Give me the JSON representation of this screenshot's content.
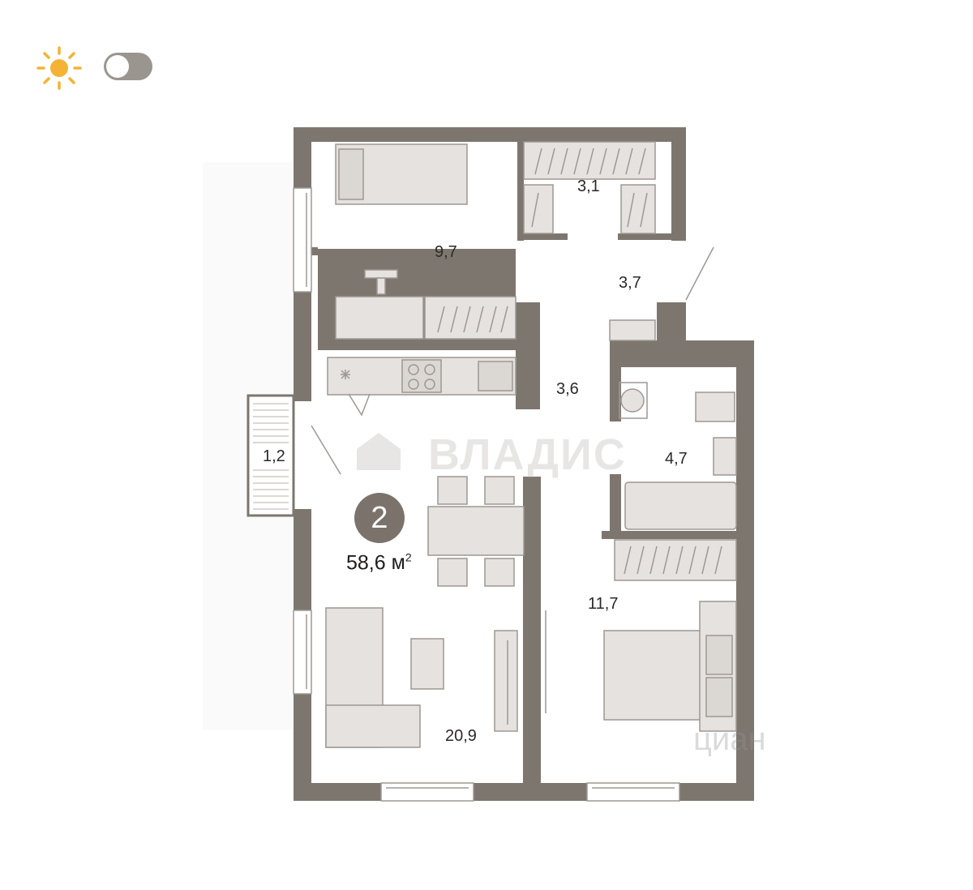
{
  "header": {
    "sun_icon": "sun-icon",
    "theme_toggle": {
      "state": "off"
    }
  },
  "plan": {
    "rooms_count": "2",
    "total_area": "58,6",
    "total_unit": "м",
    "total_unit_power": "2",
    "areas": {
      "bedroom_small": "9,7",
      "wardrobe": "3,1",
      "hall": "3,7",
      "corridor": "3,6",
      "balcony": "1,2",
      "bathroom": "4,7",
      "bedroom_large": "11,7",
      "living_kitchen": "20,9"
    }
  },
  "watermarks": {
    "brand": "ВЛАДИС",
    "site": "циан"
  },
  "colors": {
    "wall": "#7d766f",
    "furniture_fill": "#e5e2df",
    "furniture_stroke": "#9e9892",
    "sun": "#f5b335",
    "badge": "#7b736b"
  }
}
